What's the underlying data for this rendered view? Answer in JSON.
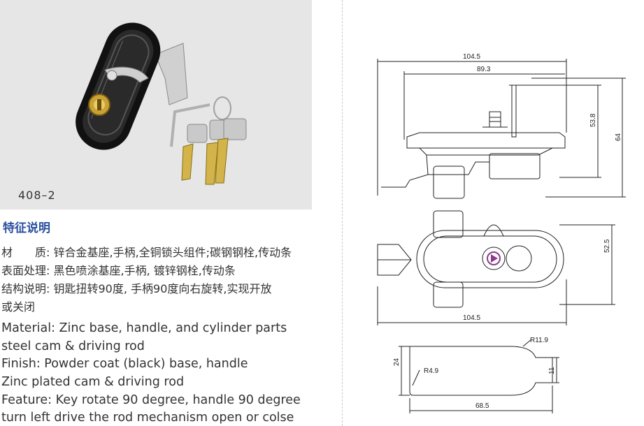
{
  "product": {
    "model": "408–2"
  },
  "features": {
    "title": "特征说明",
    "cn_lines": [
      "材　　质: 锌合金基座,手柄,全铜锁头组件;碳钢钢栓,传动条",
      "表面处理: 黑色喷涂基座,手柄, 镀锌钢栓,传动条",
      "结构说明: 钥匙扭转90度, 手柄90度向右旋转,实现开放",
      "或关闭"
    ],
    "en_lines": [
      "Material: Zinc base, handle, and cylinder parts",
      "steel  cam & driving rod",
      "Finish: Powder coat (black) base, handle",
      "Zinc plated cam & driving rod",
      "Feature: Key rotate 90 degree, handle 90 degree",
      "turn left drive the rod mechanism open or colse"
    ]
  },
  "drawing": {
    "side_view": {
      "overall_length": "104.5",
      "inner_length": "89.3",
      "height_inner": "53.8",
      "height_total": "64"
    },
    "top_view": {
      "length": "104.5",
      "width": "52.5"
    },
    "cam_view": {
      "length": "68.5",
      "height": "24",
      "tip_width": "11",
      "radius_large": "R11.9",
      "radius_small": "R4.9"
    }
  }
}
